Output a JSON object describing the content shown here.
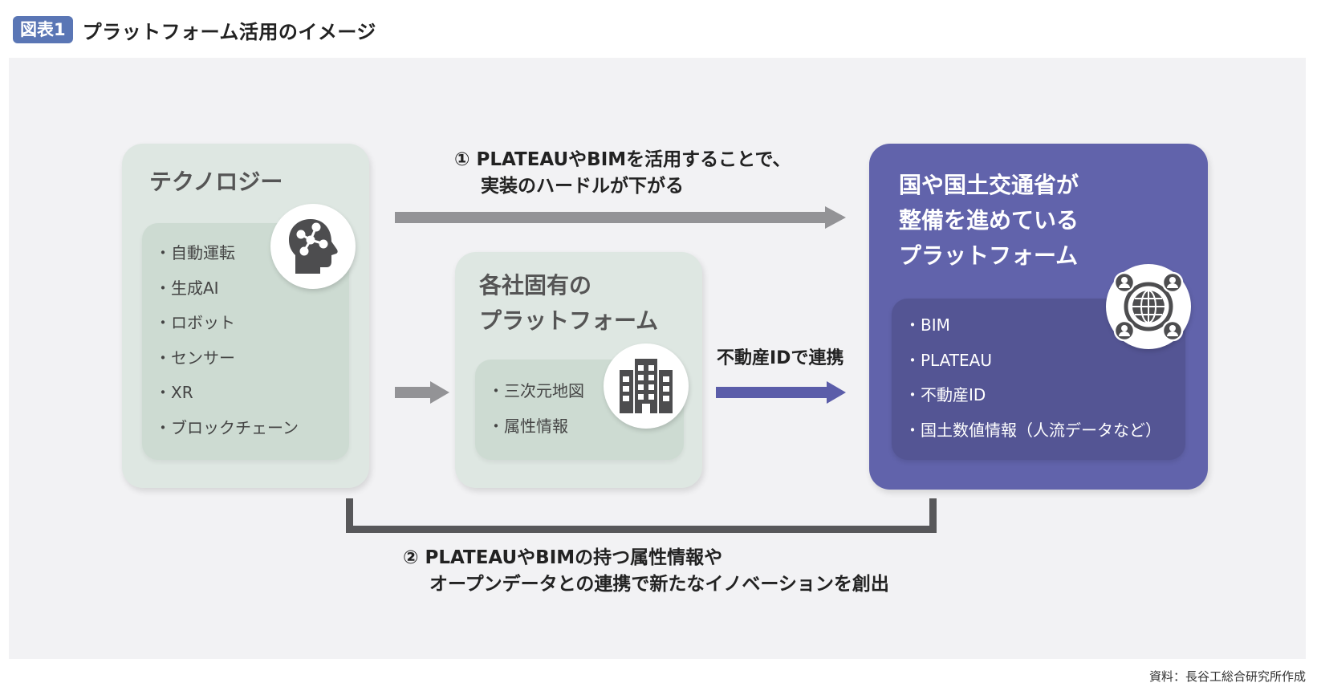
{
  "header": {
    "badge": "図表1",
    "title": "プラットフォーム活用のイメージ"
  },
  "colors": {
    "badge": "#5a76b5",
    "panel_bg": "#f2f2f4",
    "green_box": "#dee7e2",
    "green_inner": "#cddbd2",
    "purple_box": "#6163ab",
    "purple_inner": "#545594",
    "gray_arrow": "#939396",
    "purple_arrow": "#5b5da9",
    "bracket": "#58585a",
    "icon": "#4d4d4f"
  },
  "technology": {
    "title": "テクノロジー",
    "icon": "head-network-icon",
    "items": [
      "・自動運転",
      "・生成AI",
      "・ロボット",
      "・センサー",
      "・XR",
      "・ブロックチェーン"
    ]
  },
  "company_platform": {
    "title_line1": "各社固有の",
    "title_line2": "プラットフォーム",
    "icon": "building-icon",
    "items": [
      "・三次元地図",
      "・属性情報"
    ]
  },
  "government_platform": {
    "title_line1": "国や国土交通省が",
    "title_line2": "整備を進めている",
    "title_line3": "プラットフォーム",
    "icon": "globe-network-icon",
    "items": [
      "・BIM",
      "・PLATEAU",
      "・不動産ID",
      "・国土数値情報（人流データなど）"
    ]
  },
  "captions": {
    "step1_line1": "① PLATEAUやBIMを活用することで、",
    "step1_line2": "実装のハードルが下がる",
    "link_label": "不動産IDで連携",
    "step2_line1": "② PLATEAUやBIMの持つ属性情報や",
    "step2_line2": "オープンデータとの連携で新たなイノベーションを創出"
  },
  "source": "資料：長谷工総合研究所作成"
}
